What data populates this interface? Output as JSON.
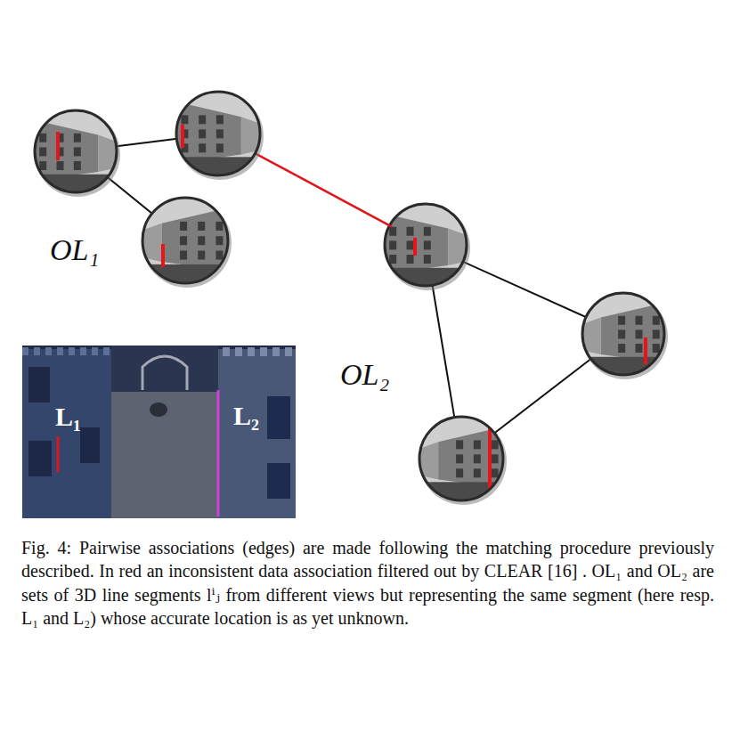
{
  "diagram": {
    "caption": "Fig. 4: Pairwise associations (edges) are made following the matching procedure previously described. In red an inconsistent data association filtered out by CLEAR [16] . OL₁ and OL₂ are sets of 3D line segments lⁱⱼ from different views but representing the same segment (here resp. L₁ and L₂) whose accurate location is as yet unknown.",
    "nodes": [
      {
        "text": [
          "OL₁"
        ]
      },
      {
        "text": [
          "OL₂"
        ]
      }
    ],
    "edges": [
      {
        "from": 0,
        "to": 1,
        "arrow": "none"
      }
    ],
    "labels": [
      "L₁",
      "L₂"
    ]
  }
}
